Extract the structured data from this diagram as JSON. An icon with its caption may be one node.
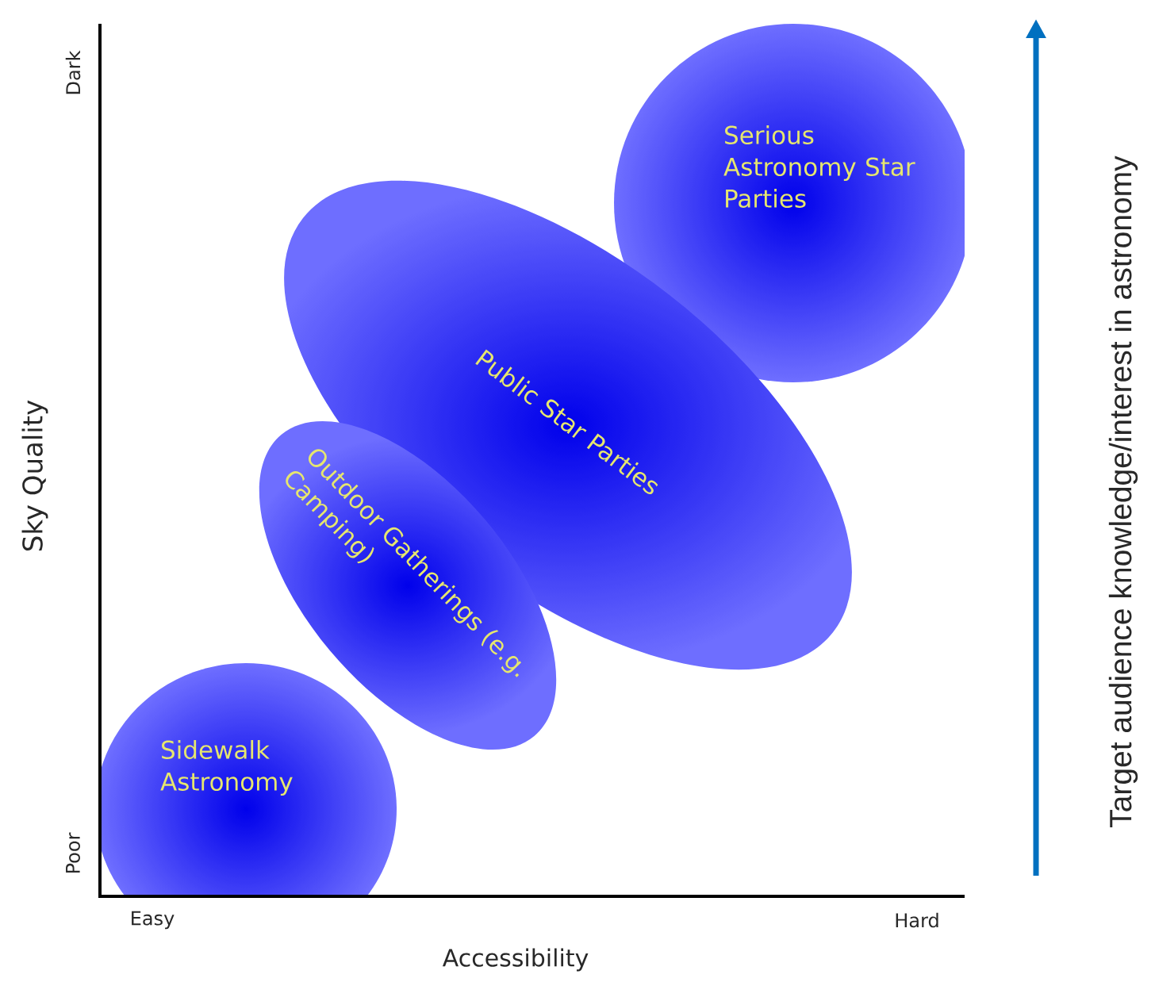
{
  "diagram": {
    "nodes": [
      {
        "text": [
          "Serious Astronomy Star Parties"
        ]
      },
      {
        "text": [
          "Public Star Parties"
        ]
      },
      {
        "text": [
          "Outdoor Gatherings (e.g. Camping)"
        ]
      },
      {
        "text": [
          "Sidewalk Astronomy"
        ]
      }
    ],
    "labels": [
      "Dark",
      "Sky Quality",
      "Poor",
      "Easy",
      "Hard",
      "Accessibility",
      "Target audience knowledge/interest in astronomy"
    ]
  }
}
